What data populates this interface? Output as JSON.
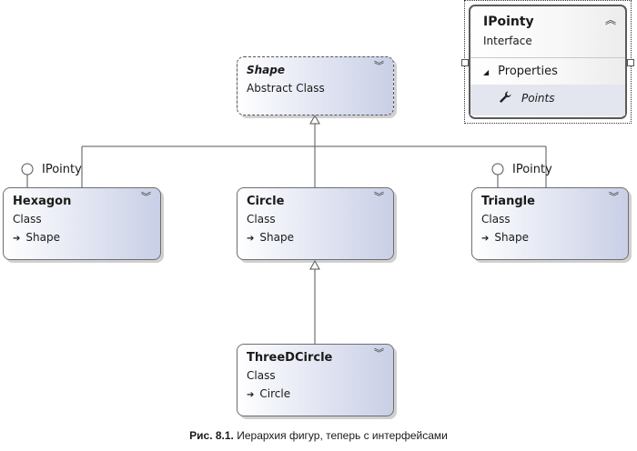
{
  "shape": {
    "name": "Shape",
    "kind": "Abstract Class",
    "chevron_icon": "double-chevron-down-icon"
  },
  "hexagon": {
    "name": "Hexagon",
    "kind": "Class",
    "base": "Shape",
    "interface": "IPointy"
  },
  "circle": {
    "name": "Circle",
    "kind": "Class",
    "base": "Shape"
  },
  "triangle": {
    "name": "Triangle",
    "kind": "Class",
    "base": "Shape",
    "interface": "IPointy"
  },
  "three_d_circle": {
    "name": "ThreeDCircle",
    "kind": "Class",
    "base": "Circle"
  },
  "ipointy": {
    "name": "IPointy",
    "kind": "Interface",
    "section": "Properties",
    "property": "Points",
    "property_icon": "wrench-icon",
    "chevron_icon": "double-chevron-up-icon"
  },
  "caption": {
    "label": "Рис. 8.1.",
    "text": " Иерархия фигур, теперь с интерфейсами"
  }
}
